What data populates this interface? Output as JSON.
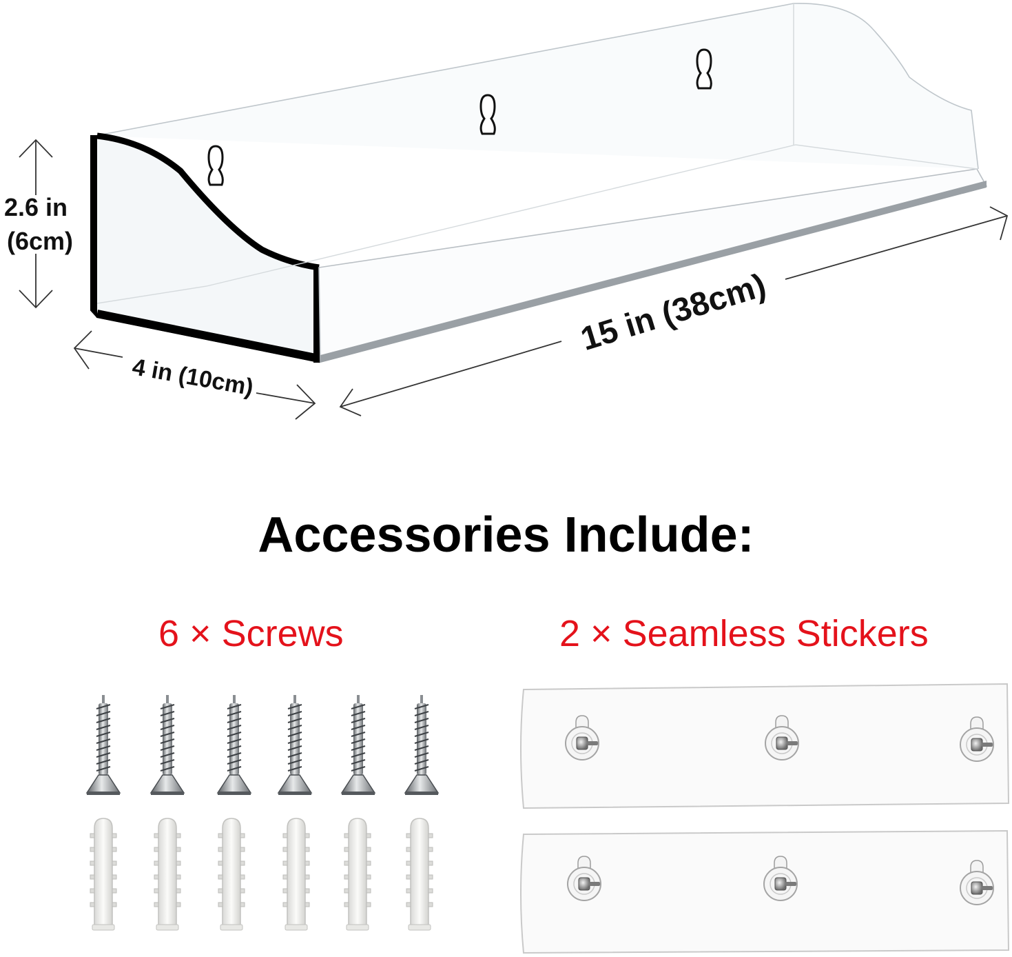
{
  "dimensions": {
    "height_in": "2.6 in",
    "height_cm": "(6cm)",
    "depth": "4 in (10cm)",
    "length": "15 in (38cm)"
  },
  "heading": "Accessories Include:",
  "accessories": {
    "screws_label": "6 × Screws",
    "stickers_label": "2 × Seamless Stickers",
    "screw_count": 6,
    "anchor_count": 6,
    "sticker_count": 2,
    "hooks_per_sticker": 3
  },
  "colors": {
    "accent_red": "#e4121b",
    "text": "#000000"
  }
}
